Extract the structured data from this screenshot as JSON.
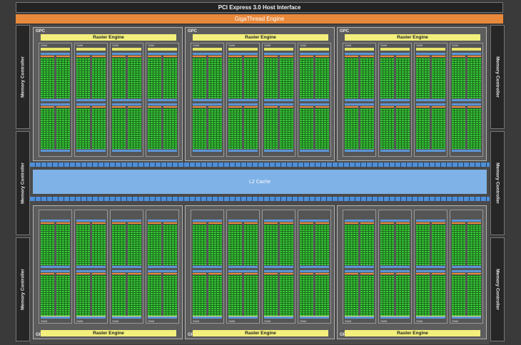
{
  "header": {
    "pcie": "PCI Express 3.0 Host Interface",
    "gigathread": "GigaThread Engine"
  },
  "memory_controller_label": "Memory Controller",
  "l2_cache_label": "L2 Cache",
  "gpc_label": "GPC",
  "raster_engine_label": "Raster Engine",
  "sm_label": "SMM",
  "colors": {
    "accent_orange": "#e8883a",
    "raster_yellow": "#f3ef7c",
    "cuda_green": "#2a9d2a",
    "l2_blue": "#7fb2e6"
  }
}
